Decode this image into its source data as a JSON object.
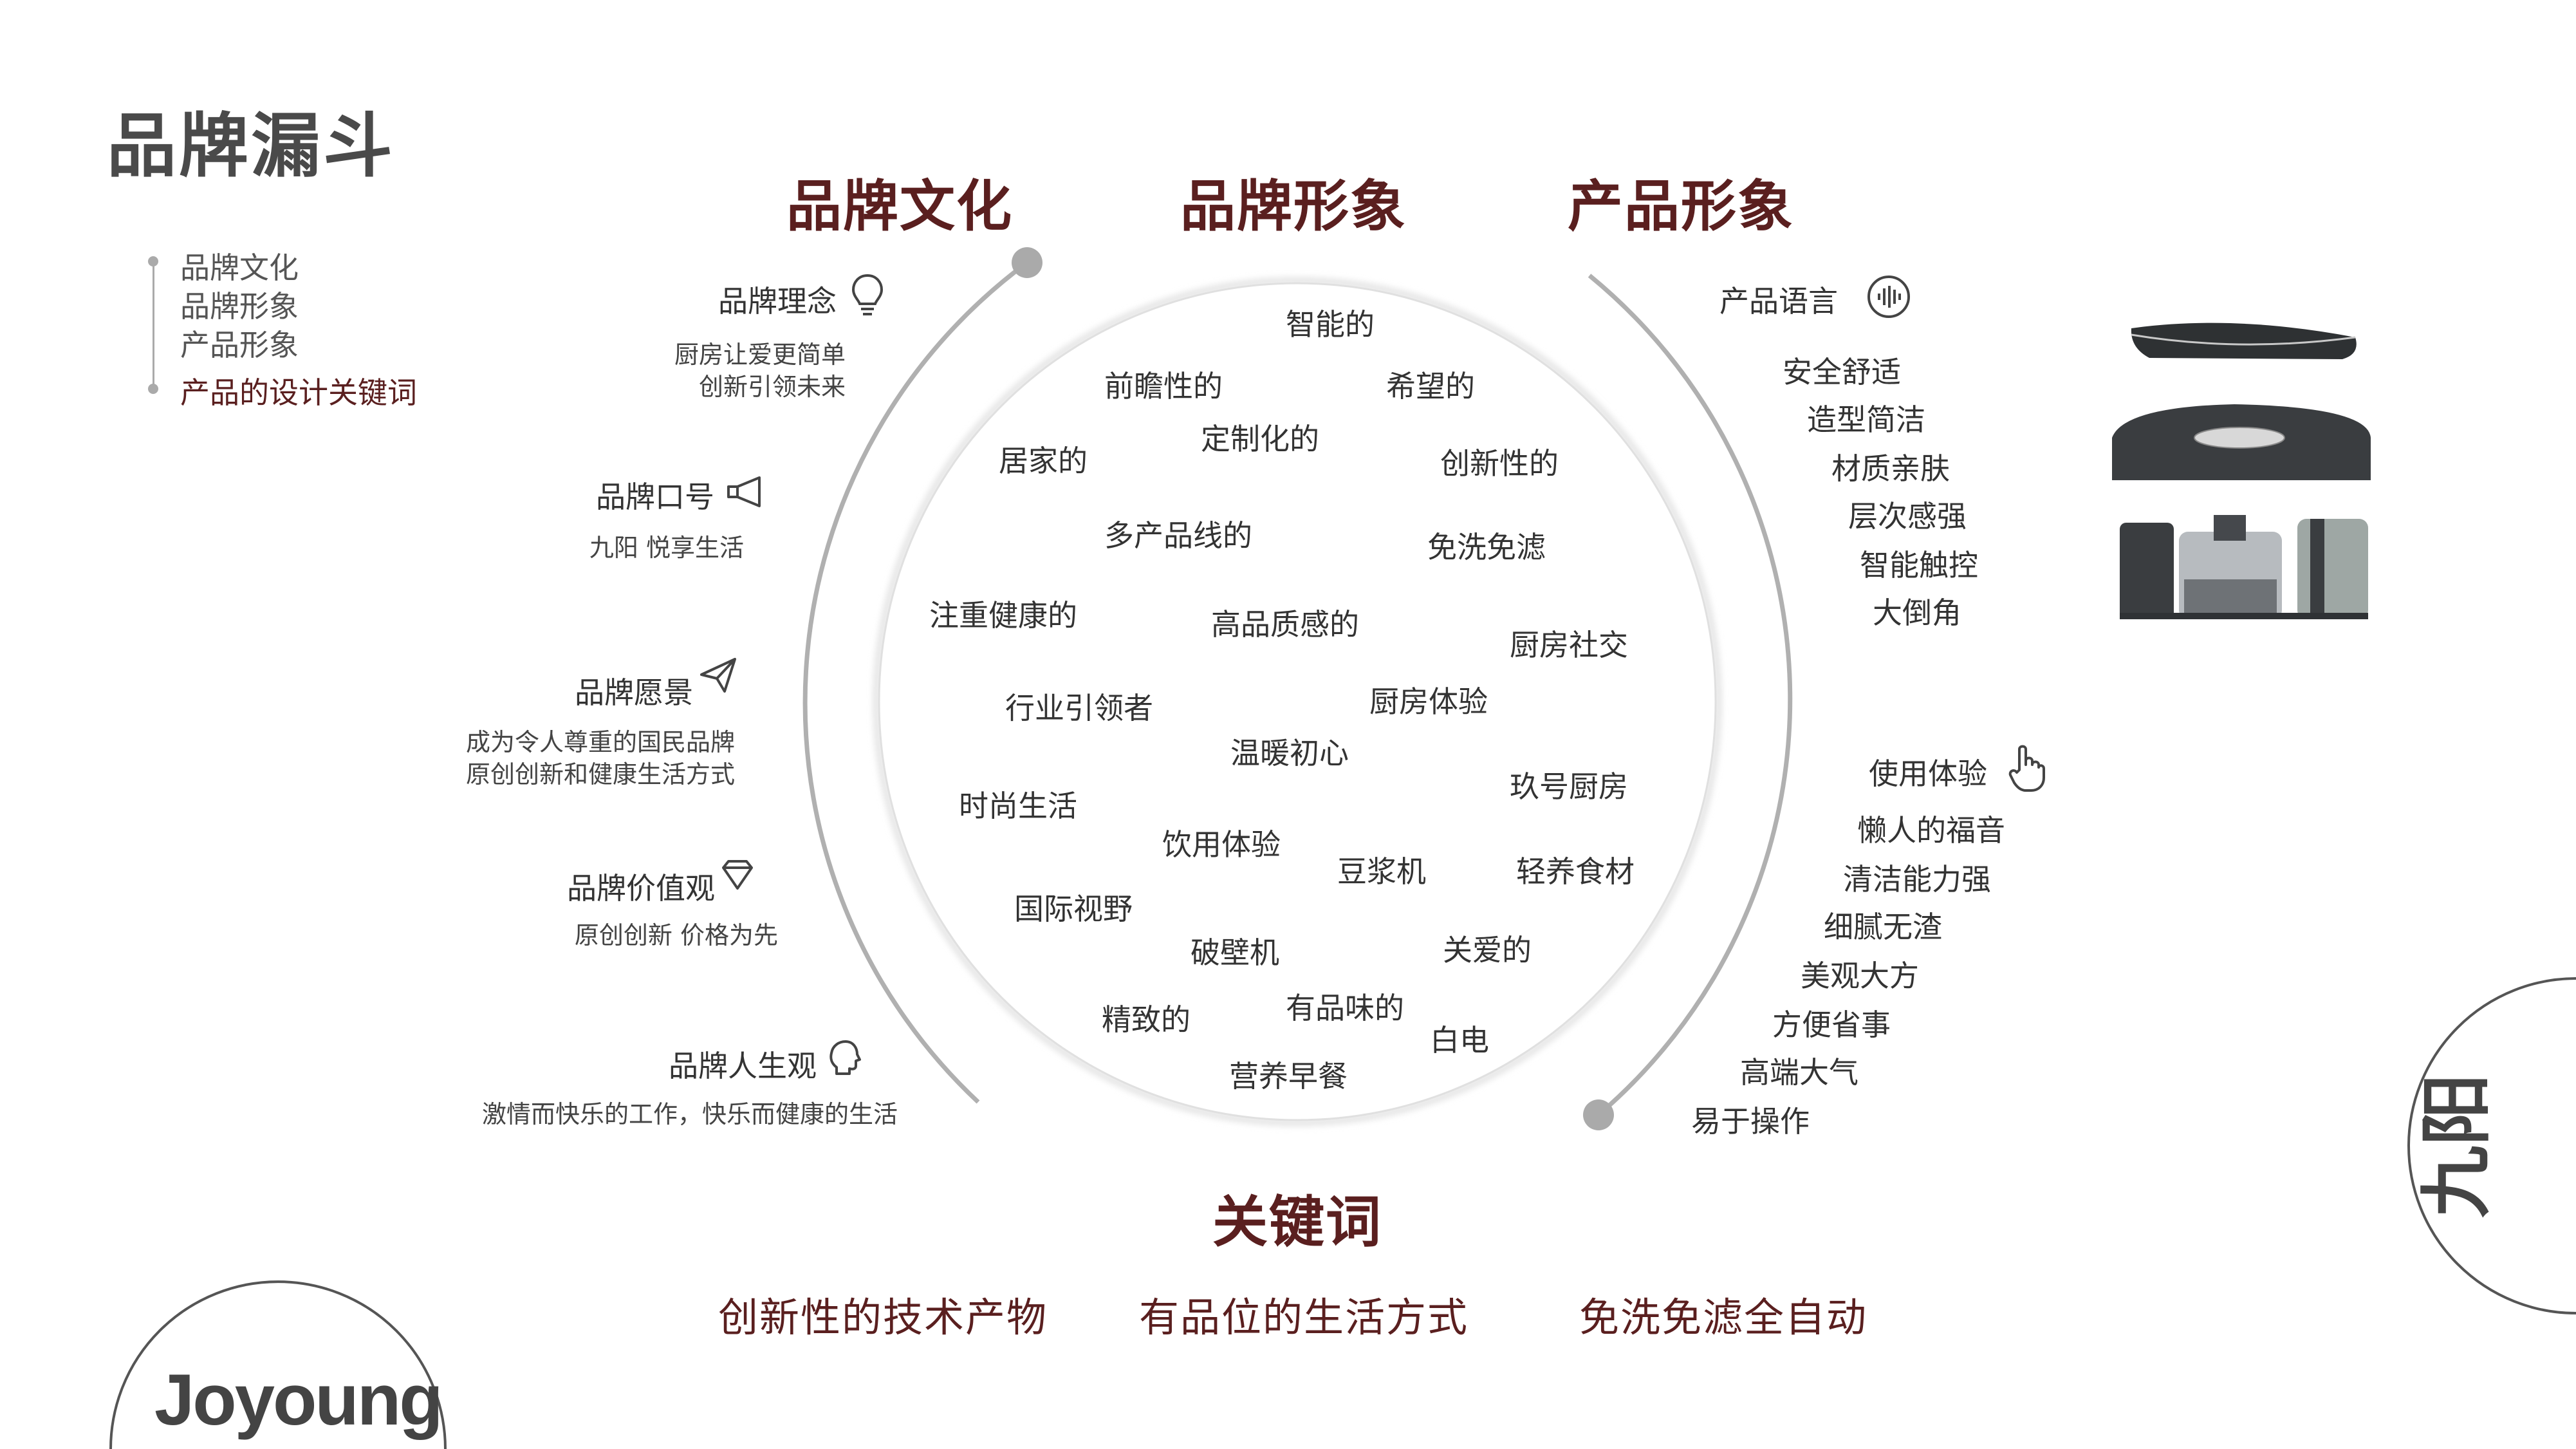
{
  "page_title": "品牌漏斗",
  "nav": [
    "品牌文化",
    "品牌形象",
    "产品形象",
    "产品的设计关键词"
  ],
  "sections": {
    "culture": "品牌文化",
    "image": "品牌形象",
    "product": "产品形象"
  },
  "left": {
    "philosophy": {
      "label": "品牌理念",
      "lines": [
        "厨房让爱更简单",
        "创新引领未来"
      ]
    },
    "slogan": {
      "label": "品牌口号",
      "lines": [
        "九阳 悦享生活"
      ]
    },
    "vision": {
      "label": "品牌愿景",
      "lines": [
        "成为令人尊重的国民品牌",
        "原创创新和健康生活方式"
      ]
    },
    "values": {
      "label": "品牌价值观",
      "lines": [
        "原创创新 价格为先"
      ]
    },
    "life": {
      "label": "品牌人生观",
      "lines": [
        "激情而快乐的工作，快乐而健康的生活"
      ]
    }
  },
  "circle_words": [
    "智能的",
    "前瞻性的",
    "希望的",
    "定制化的",
    "居家的",
    "创新性的",
    "多产品线的",
    "免洗免滤",
    "注重健康的",
    "高品质感的",
    "厨房社交",
    "行业引领者",
    "厨房体验",
    "温暖初心",
    "时尚生活",
    "玖号厨房",
    "饮用体验",
    "豆浆机",
    "轻养食材",
    "国际视野",
    "破壁机",
    "关爱的",
    "精致的",
    "有品味的",
    "白电",
    "营养早餐"
  ],
  "right": {
    "language": {
      "label": "产品语言",
      "items": [
        "安全舒适",
        "造型简洁",
        "材质亲肤",
        "层次感强",
        "智能触控",
        "大倒角"
      ]
    },
    "experience": {
      "label": "使用体验",
      "items": [
        "懒人的福音",
        "清洁能力强",
        "细腻无渣",
        "美观大方",
        "方便省事",
        "高端大气",
        "易于操作"
      ]
    }
  },
  "keywords": {
    "title": "关键词",
    "items": [
      "创新性的技术产物",
      "有品位的生活方式",
      "免洗免滤全自动"
    ]
  },
  "brand": {
    "logo_text": "Joyoung",
    "side_text": "九阳"
  },
  "colors": {
    "accent": "#5a1f1f",
    "text": "#333333",
    "line": "#aaaaaa"
  }
}
